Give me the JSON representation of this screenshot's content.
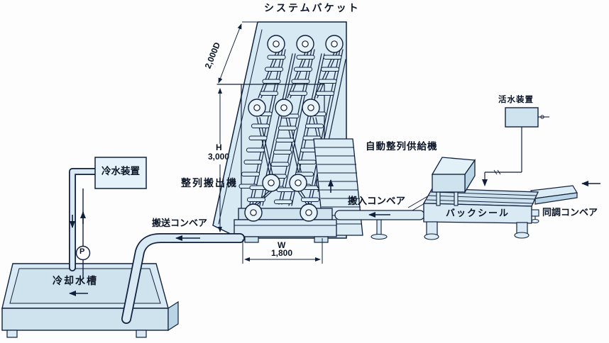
{
  "diagram": {
    "labels": {
      "system_bucket": "システムバケット",
      "water_activator": "活水装置",
      "auto_align_feeder": "自動整列供給機",
      "chiller": "冷水装置",
      "align_unloader": "整列搬出機",
      "transport_conveyor": "搬送コンベア",
      "carry_in_conveyor": "搬入コンベア",
      "back_seal": "バックシール",
      "sync_conveyor": "同調コンベア",
      "cooling_tank": "冷却水槽",
      "pump": "P"
    },
    "dimensions": {
      "depth": {
        "label": "D",
        "value": "2,000"
      },
      "height": {
        "label": "H",
        "value": "3,000"
      },
      "width": {
        "label": "W",
        "value": "1,800"
      }
    },
    "colors": {
      "panel_fill": "#d7e9f3",
      "machine_fill": "#cfe3ef",
      "light_fill": "#e6f2f9",
      "shade_fill": "#b9d4e4",
      "line": "#10203c",
      "background": "#fdfdfd"
    }
  }
}
